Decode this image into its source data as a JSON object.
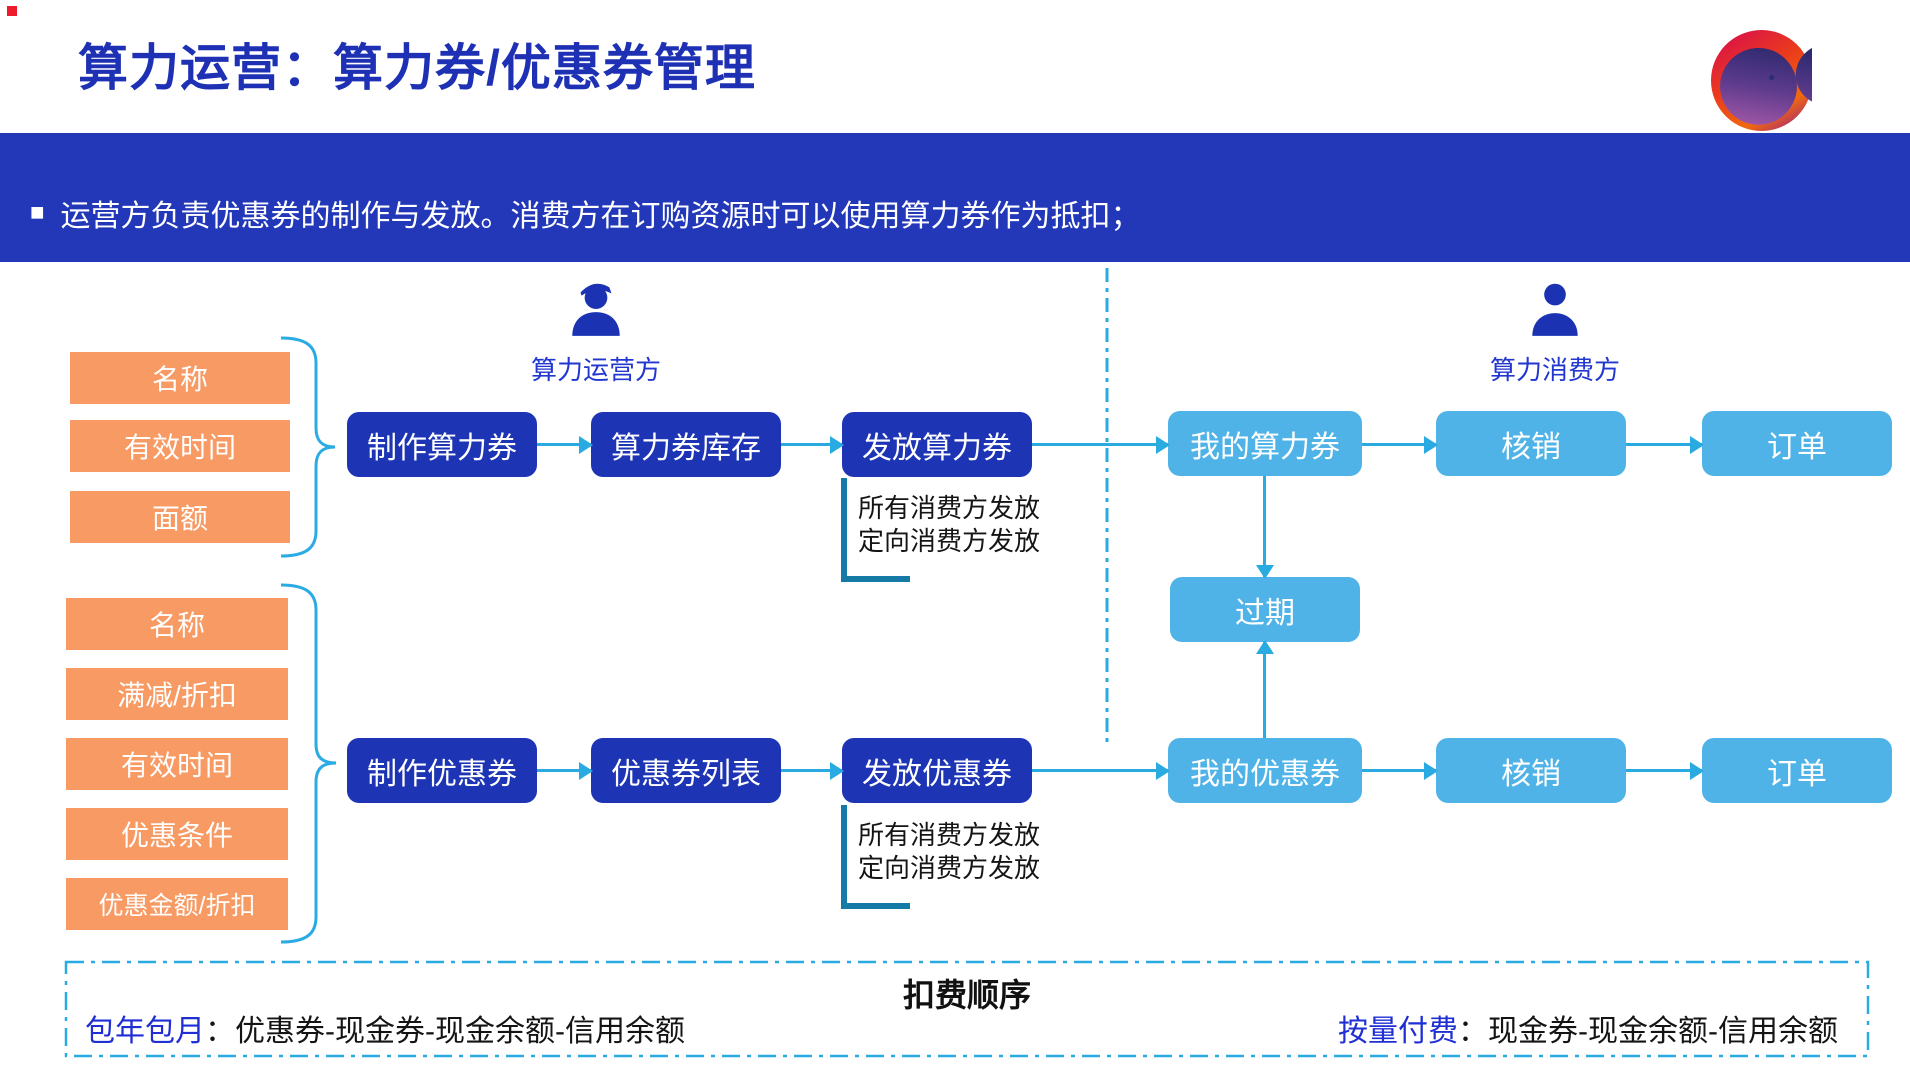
{
  "header": {
    "title": "算力运营：算力券/优惠券管理"
  },
  "banner": {
    "bullet": "■",
    "text": "运营方负责优惠券的制作与发放。消费方在订购资源时可以使用算力券作为抵扣；"
  },
  "diagram": {
    "operator": {
      "label": "算力运营方"
    },
    "consumer": {
      "label": "算力消费方"
    },
    "voucher_attrs": [
      "名称",
      "有效时间",
      "面额"
    ],
    "coupon_attrs": [
      "名称",
      "满减/折扣",
      "有效时间",
      "优惠条件",
      "优惠金额/折扣"
    ],
    "voucher_flow": [
      "制作算力券",
      "算力券库存",
      "发放算力券"
    ],
    "coupon_flow": [
      "制作优惠券",
      "优惠券列表",
      "发放优惠券"
    ],
    "voucher_consumer_flow": [
      "我的算力券",
      "核销",
      "订单"
    ],
    "coupon_consumer_flow": [
      "我的优惠券",
      "核销",
      "订单"
    ],
    "expire_label": "过期",
    "issue_note_lines": [
      "所有消费方发放",
      "定向消费方发放"
    ]
  },
  "footer": {
    "title": "扣费顺序",
    "left_label": "包年包月",
    "left_value": "：优惠券-现金券-现金余额-信用余额",
    "right_label": "按量付费",
    "right_value": "：现金券-现金余额-信用余额"
  },
  "colors": {
    "title_blue": "#1e31b4",
    "banner_blue": "#2238b8",
    "dark_box_blue": "#1d34b5",
    "light_box_blue": "#4fb3e8",
    "orange": "#f79a63",
    "arrow_blue": "#29abe2",
    "label_blue": "#2137cf",
    "bracket_teal": "#157aa5",
    "logo_red": "#d90f4b",
    "logo_orange": "#f0690e",
    "logo_purple": "#9d55a5"
  }
}
